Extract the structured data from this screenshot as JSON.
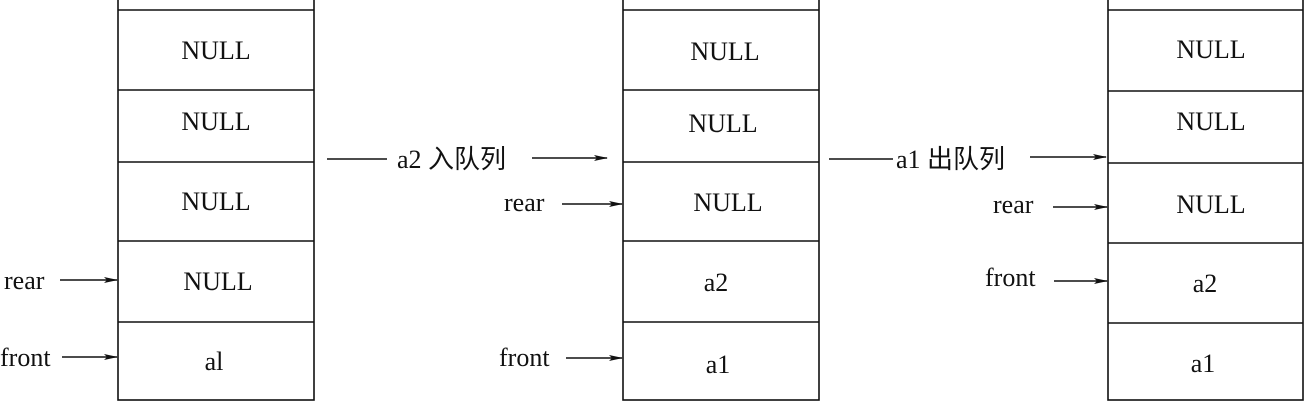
{
  "queues": [
    {
      "cells": [
        "NULL",
        "NULL",
        "NULL",
        "NULL",
        "al"
      ],
      "pointers": [
        {
          "label": "rear",
          "cell": 3
        },
        {
          "label": "front",
          "cell": 4
        }
      ]
    },
    {
      "cells": [
        "NULL",
        "NULL",
        "NULL",
        "a2",
        "a1"
      ],
      "pointers": [
        {
          "label": "rear",
          "cell": 2
        },
        {
          "label": "front",
          "cell": 4
        }
      ]
    },
    {
      "cells": [
        "NULL",
        "NULL",
        "NULL",
        "a2",
        "a1"
      ],
      "pointers": [
        {
          "label": "rear",
          "cell": 2
        },
        {
          "label": "front",
          "cell": 3
        }
      ]
    }
  ],
  "transitions": [
    {
      "label": "a2 入队列"
    },
    {
      "label": "a1 出队列"
    }
  ]
}
